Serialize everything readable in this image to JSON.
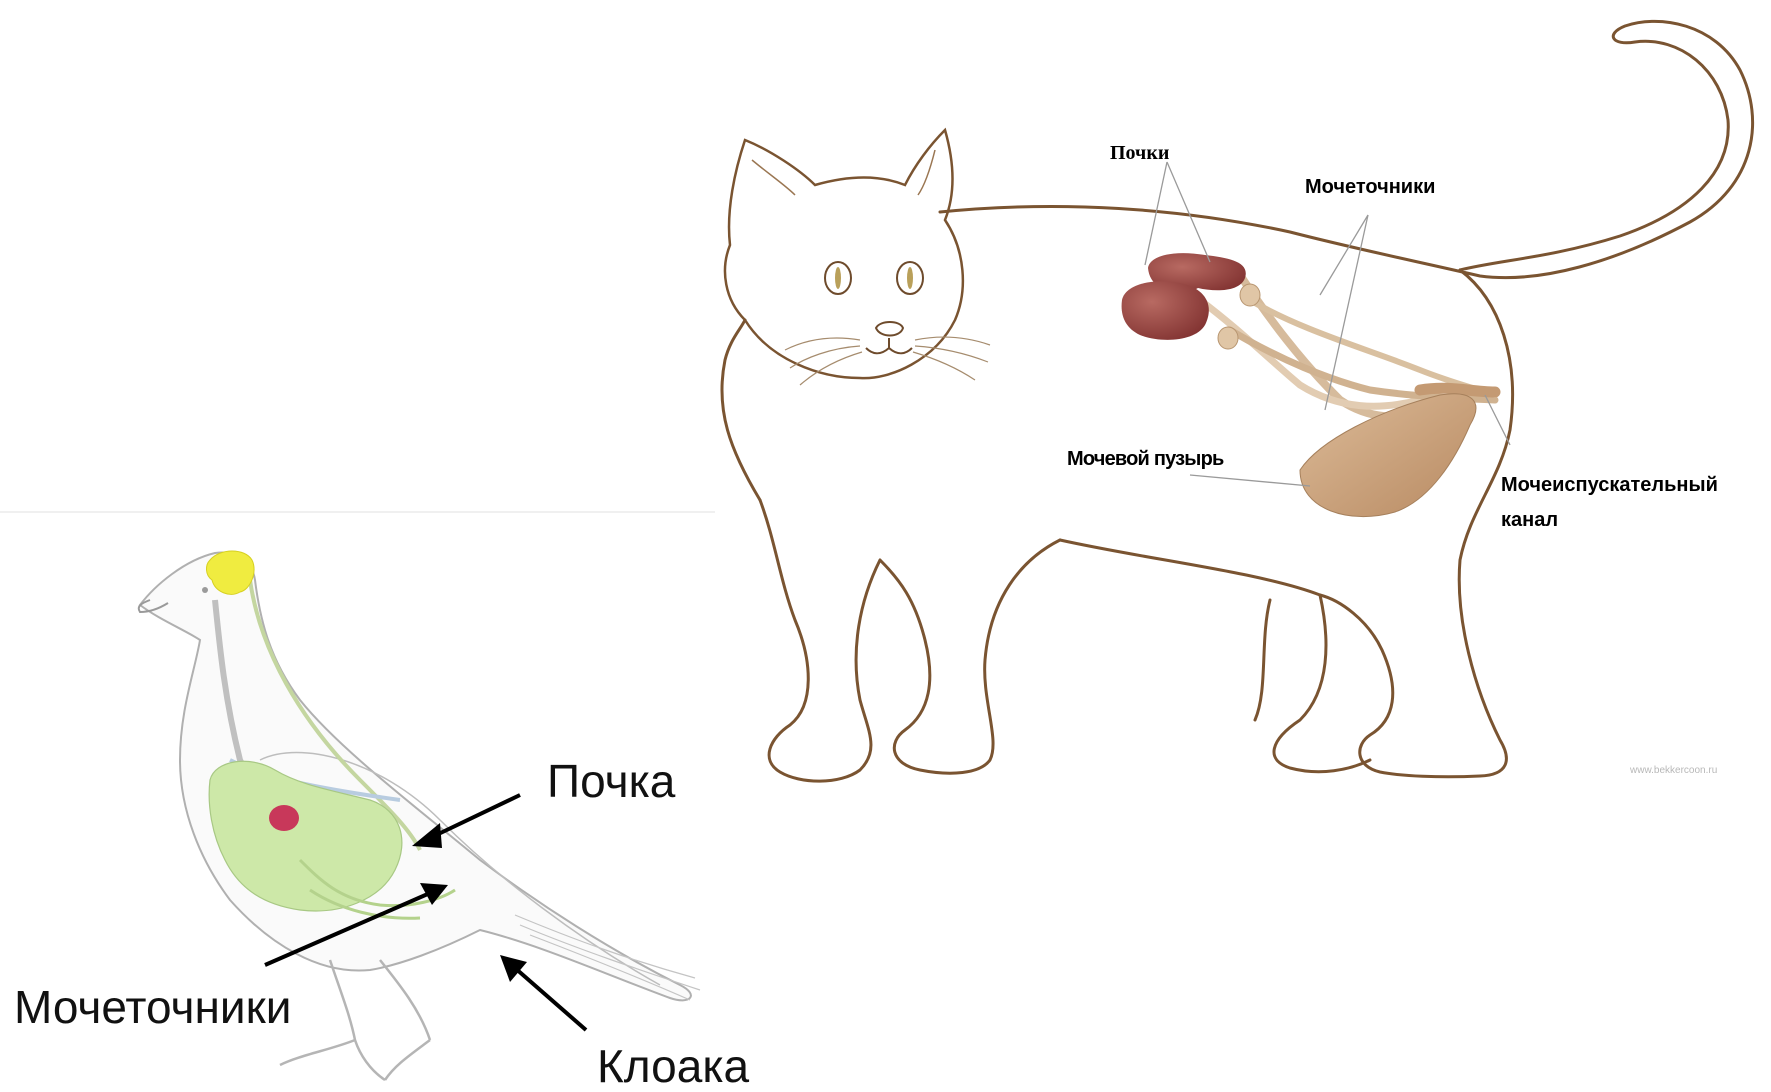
{
  "cat_diagram": {
    "labels": {
      "kidneys": "Почки",
      "ureters": "Мочеточники",
      "bladder": "Мочевой пузырь",
      "urethra_line1": "Мочеиспускательный",
      "urethra_line2": "канал"
    },
    "watermark": "www.bekkercoon.ru",
    "colors": {
      "outline": "#7a5431",
      "kidney": "#8e3c39",
      "kidney_highlight": "#b8635a",
      "ureter": "#d4b89a",
      "bladder": "#c9a07b"
    }
  },
  "bird_diagram": {
    "labels": {
      "kidney": "Почка",
      "ureters": "Мочеточники",
      "cloaca": "Клоака"
    },
    "colors": {
      "outline": "#a8a8a8",
      "organs_green": "#cde8a8",
      "organ_red": "#c8385a",
      "brain_yellow": "#f0ec40",
      "vessel_blue": "#b8cce0"
    }
  }
}
